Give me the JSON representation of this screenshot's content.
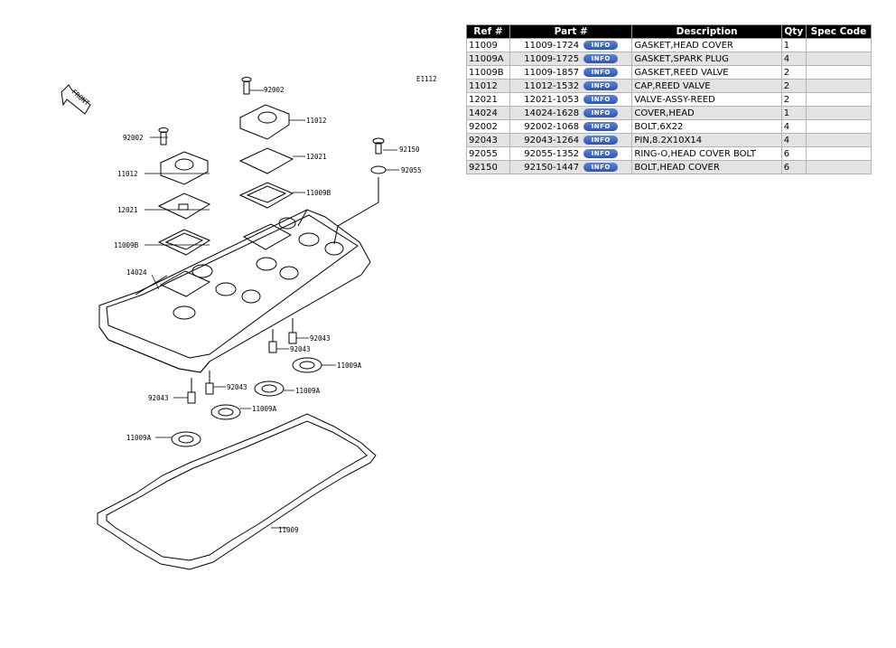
{
  "diagram": {
    "code": "E1112",
    "front_label": "FRONT",
    "callouts": [
      "92002",
      "92002",
      "11012",
      "11012",
      "12021",
      "12021",
      "11009B",
      "11009B",
      "92150",
      "92055",
      "14024",
      "92043",
      "92043",
      "92043",
      "92043",
      "11009A",
      "11009A",
      "11009A",
      "11009A",
      "11009"
    ]
  },
  "table": {
    "headers": [
      "Ref #",
      "Part #",
      "Description",
      "Qty",
      "Spec Code"
    ],
    "info_label": "INFO",
    "rows": [
      {
        "ref": "11009",
        "part": "11009-1724",
        "desc": "GASKET,HEAD COVER",
        "qty": "1",
        "spec": ""
      },
      {
        "ref": "11009A",
        "part": "11009-1725",
        "desc": "GASKET,SPARK PLUG",
        "qty": "4",
        "spec": ""
      },
      {
        "ref": "11009B",
        "part": "11009-1857",
        "desc": "GASKET,REED VALVE",
        "qty": "2",
        "spec": ""
      },
      {
        "ref": "11012",
        "part": "11012-1532",
        "desc": "CAP,REED VALVE",
        "qty": "2",
        "spec": ""
      },
      {
        "ref": "12021",
        "part": "12021-1053",
        "desc": "VALVE-ASSY-REED",
        "qty": "2",
        "spec": ""
      },
      {
        "ref": "14024",
        "part": "14024-1628",
        "desc": "COVER,HEAD",
        "qty": "1",
        "spec": ""
      },
      {
        "ref": "92002",
        "part": "92002-1068",
        "desc": "BOLT,6X22",
        "qty": "4",
        "spec": ""
      },
      {
        "ref": "92043",
        "part": "92043-1264",
        "desc": "PIN,8.2X10X14",
        "qty": "4",
        "spec": ""
      },
      {
        "ref": "92055",
        "part": "92055-1352",
        "desc": "RING-O,HEAD COVER BOLT",
        "qty": "6",
        "spec": ""
      },
      {
        "ref": "92150",
        "part": "92150-1447",
        "desc": "BOLT,HEAD COVER",
        "qty": "6",
        "spec": ""
      }
    ]
  }
}
